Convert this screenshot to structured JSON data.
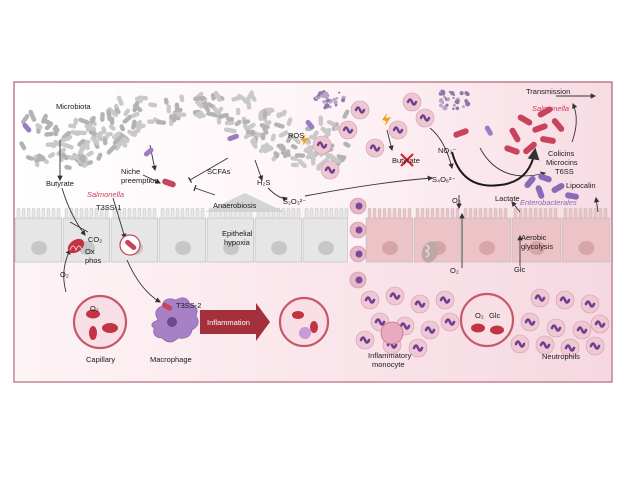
{
  "labels": {
    "microbiota": "Microbiota",
    "butyrate": "Butyrate",
    "salmonella_left": "Salmonella",
    "t3ss1": "T3SS-1",
    "niche_preemption": "Niche\npreemption",
    "scfas": "SCFAs",
    "h2s": "H₂S",
    "s2o3": "S₂O₃²⁻",
    "anaerobiosis": "Anaerobiosis",
    "epithelial_hypoxia": "Epithelial\nhypoxia",
    "co2": "CO₂",
    "ox_phos": "Ox\nphos",
    "o2_left": "O₂",
    "o2_capillary": "O₂",
    "capillary": "Capillary",
    "t3ss2": "T3SS-2",
    "macrophage": "Macrophage",
    "inflammation": "Inflammation",
    "ros": "ROS",
    "butyrate_crossed": "Butyrate",
    "no3": "NO₃⁻",
    "s4o6": "S₄O₆²⁻",
    "inflammatory_monocyte": "Inflammatory\nmonocyte",
    "transmission": "Transmission",
    "salmonella_right": "Salmonella",
    "colicins": "Colicins",
    "microcins": "Microcins",
    "t6ss": "T6SS",
    "enterobacterales": "Enterobacterales",
    "lipocalin": "Lipocalin",
    "o2_right1": "O₂",
    "o2_right2": "O₂",
    "lactate": "Lactate",
    "aerobic_glycolysis": "Aerobic\nglycolysis",
    "glc_right": "Glc",
    "o2_vessel": "O₂",
    "glc_vessel": "Glc",
    "neutrophils": "Neutrophils"
  },
  "colors": {
    "frame_border": "#b06070",
    "lumen_bg": "#fbe9ee",
    "healthy_cell": "#e6e6e6",
    "inflamed_cell": "#ecbfc2",
    "tissue_bg": "#f9e2ea",
    "salmonella": "#c8435c",
    "microbiota": "#b8b8b8",
    "butyrate_producer": "#9b7cc4",
    "enterobacterales": "#8a6bb8",
    "arrow": "#333333",
    "inflammation_arrow": "#a4303c"
  },
  "icons": [
    "red-cross-icon",
    "lightning-icon",
    "mitochondrion-icon",
    "inhibition-arrow-icon"
  ]
}
